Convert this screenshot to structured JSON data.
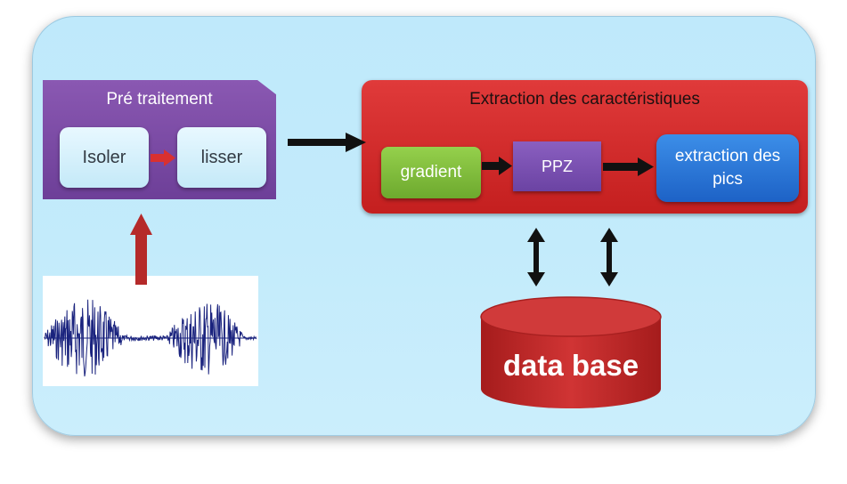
{
  "preprocessing": {
    "title": "Pré traitement",
    "steps": [
      "Isoler",
      "lisser"
    ]
  },
  "feature_extraction": {
    "title": "Extraction des caractéristiques",
    "steps": [
      "gradient",
      "PPZ",
      "extraction des pics"
    ]
  },
  "database": {
    "label": "data base"
  },
  "colors": {
    "background_panel": "#c3ebfb",
    "preprocessing_panel": "#7b4aa6",
    "extraction_panel": "#d32a2a",
    "gradient_box": "#7fbd3b",
    "ppz_box": "#7a50b3",
    "extraction_box": "#2a73d6",
    "database": "#c42a2a",
    "waveform": "#1a237e",
    "small_arrow": "#d93030",
    "up_arrow": "#b52a2a",
    "black_arrows": "#111111"
  },
  "icons": [
    "signal-waveform",
    "right-arrow",
    "up-arrow",
    "double-vertical-arrow",
    "database-cylinder"
  ]
}
